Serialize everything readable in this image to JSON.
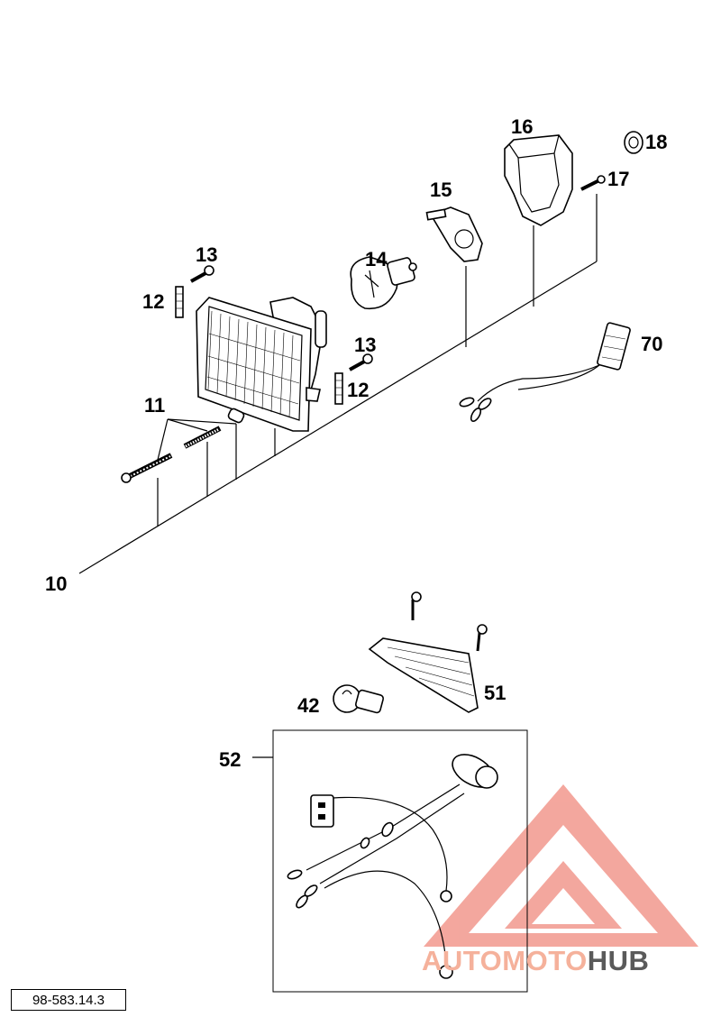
{
  "document_number": "98-583.14.3",
  "callouts": {
    "p10": "10",
    "p11": "11",
    "p12a": "12",
    "p12b": "12",
    "p13a": "13",
    "p13b": "13",
    "p14": "14",
    "p15": "15",
    "p16": "16",
    "p17": "17",
    "p18": "18",
    "p70": "70",
    "p42": "42",
    "p51": "51",
    "p52": "52"
  },
  "watermark": {
    "part1": "AUTOMOTO",
    "part2": "HUB",
    "color1": "#f5b19b",
    "color2": "#5a5a5a",
    "mark_color": "#f08a7e"
  }
}
